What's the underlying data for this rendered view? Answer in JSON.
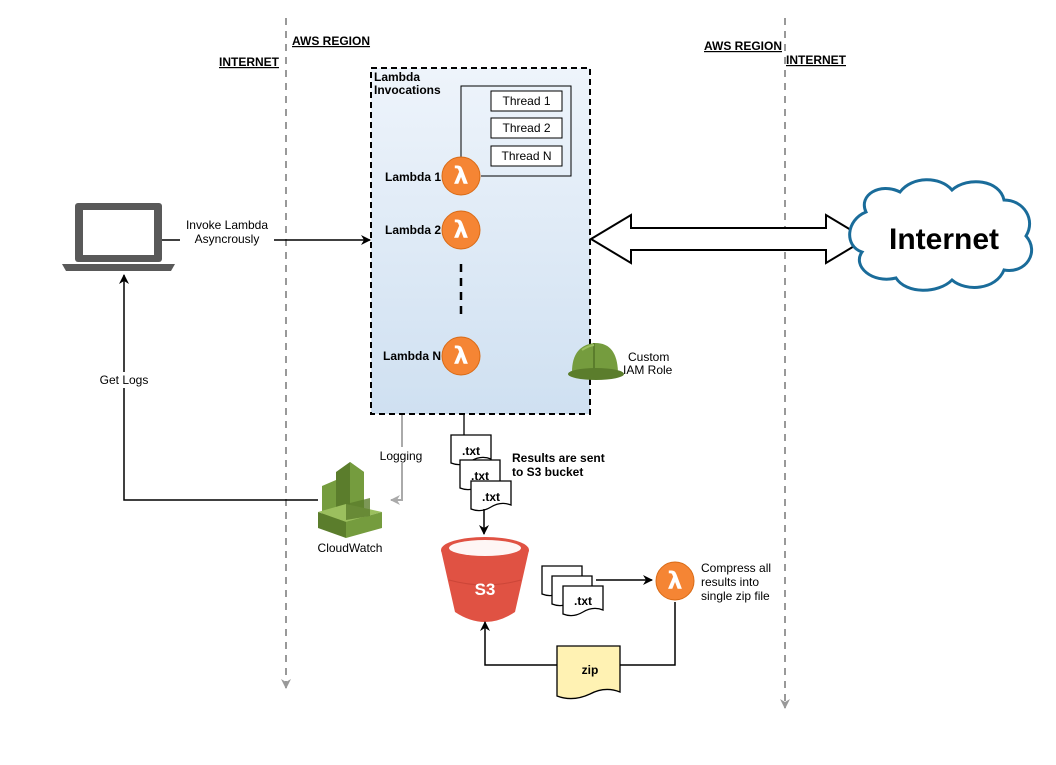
{
  "labels": {
    "internet_left": "INTERNET",
    "aws_region_left": "AWS REGION",
    "aws_region_right": "AWS REGION",
    "internet_right": "INTERNET",
    "lambda_invocations_1": "Lambda",
    "lambda_invocations_2": "Invocations",
    "thread_1": "Thread 1",
    "thread_2": "Thread 2",
    "thread_n": "Thread N",
    "lambda_1": "Lambda 1",
    "lambda_2": "Lambda 2",
    "lambda_n": "Lambda N",
    "invoke_1": "Invoke Lambda",
    "invoke_2": "Asyncrously",
    "get_logs": "Get Logs",
    "logging": "Logging",
    "cloudwatch": "CloudWatch",
    "iam_1": "Custom",
    "iam_2": "IAM Role",
    "results_1": "Results are sent",
    "results_2": "to S3 bucket",
    "txt": ".txt",
    "s3": "S3",
    "compress_1": "Compress all",
    "compress_2": "results into",
    "compress_3": "single zip file",
    "zip": "zip",
    "internet_cloud": "Internet"
  },
  "colors": {
    "lambda_orange": "#f58534",
    "s3_red": "#e05243",
    "cloudwatch_green": "#759c3e",
    "cloud_blue": "#1a6c9a",
    "zip_yellow": "#fff2b3",
    "region_fill_top": "#eef4fb",
    "region_fill_bottom": "#cfe0f1"
  },
  "icons": [
    "laptop-icon",
    "lambda-icon",
    "cloudwatch-icon",
    "s3-bucket-icon",
    "iam-role-helmet-icon",
    "internet-cloud-icon",
    "document-icon"
  ]
}
